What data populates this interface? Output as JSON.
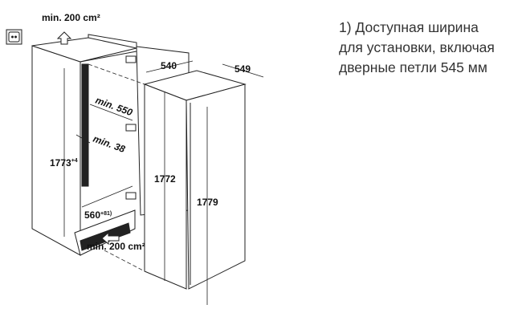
{
  "drawing": {
    "vent_top": "min. 200 cm²",
    "vent_bottom": "min. 200 cm²",
    "depth_niche": "540",
    "depth_appliance": "549",
    "min_depth": "min. 550",
    "min_gap": "min. 38",
    "niche_height": "1773",
    "niche_height_tol": "+4",
    "appliance_height": "1772",
    "appliance_door_height": "1779",
    "niche_width": "560",
    "niche_width_tol": "+8",
    "niche_width_note": "1)"
  },
  "note": {
    "lines": [
      "1) Доступная ширина",
      "для установки, включая",
      "дверные петли 545 мм"
    ]
  }
}
